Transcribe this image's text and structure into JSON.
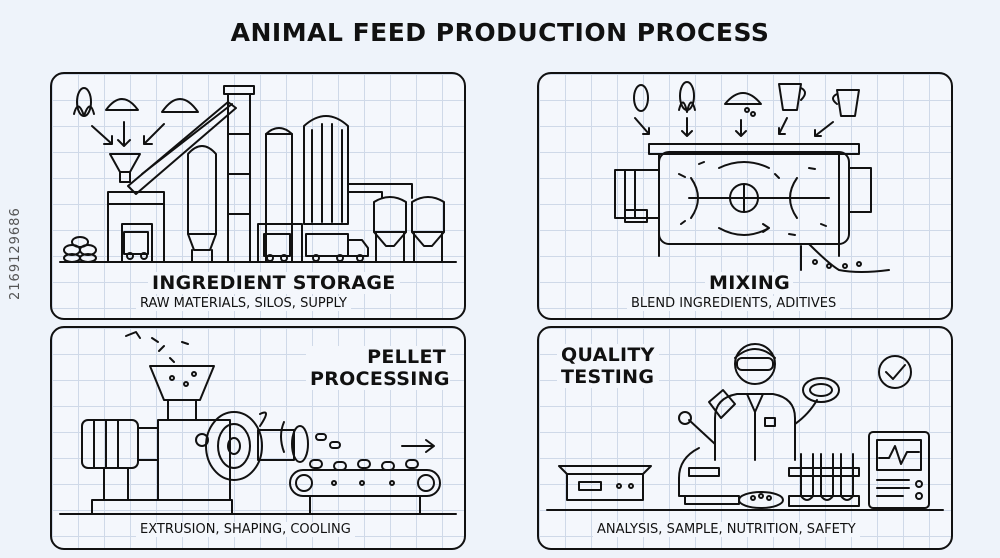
{
  "title": "ANIMAL FEED PRODUCTION PROCESS",
  "panels": {
    "storage": {
      "heading": "INGREDIENT STORAGE",
      "sub": "RAW MATERIALS, SILOS, SUPPLY"
    },
    "mixing": {
      "heading": "MIXING",
      "sub": "BLEND INGREDIENTS, ADITIVES"
    },
    "pellet": {
      "heading_line1": "PELLET",
      "heading_line2": "PROCESSING",
      "sub": "EXTRUSION, SHAPING, COOLING"
    },
    "quality": {
      "heading_line1": "QUALITY",
      "heading_line2": "TESTING",
      "sub": "ANALYSIS, SAMPLE, NUTRITION, SAFETY"
    }
  },
  "watermark": "2169129686",
  "colors": {
    "line": "#111111",
    "grid": "#cfd9e8",
    "background": "#eef3fa"
  }
}
